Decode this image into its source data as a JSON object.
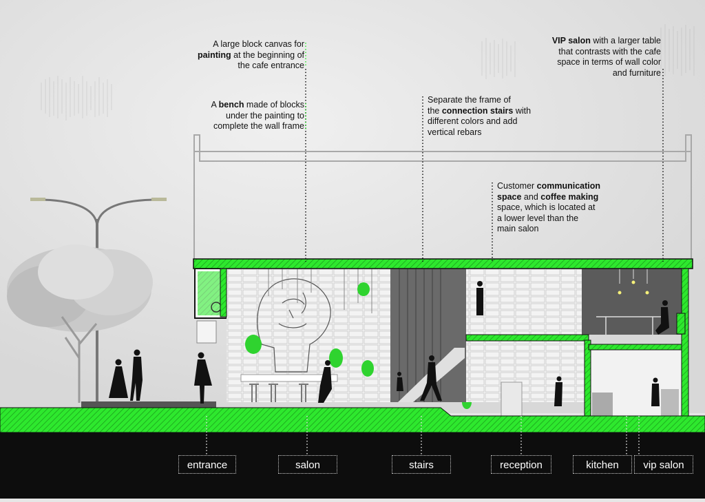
{
  "colors": {
    "accent": "#33dd33",
    "ground": "#0d0d0d",
    "background": "#e6e6e6"
  },
  "notes": {
    "canvas": {
      "p1": "A large block canvas for",
      "b1": "painting",
      "p2": " at the beginning of",
      "p3": "the cafe entrance"
    },
    "bench": {
      "p1": "A ",
      "b1": "bench",
      "p2": " made of blocks",
      "p3": "under the painting to",
      "p4": "complete the wall frame"
    },
    "stairs": {
      "p1": "Separate the frame of",
      "p2": "the ",
      "b1": "connection stairs",
      "p3": " with",
      "p4": "different colors and add",
      "p5": "vertical rebars"
    },
    "communication": {
      "p1": "Customer ",
      "b1": "communication",
      "b2": "space",
      "p2": " and ",
      "b3": "coffee making",
      "p3": "space, which is located at",
      "p4": "a lower level than the",
      "p5": "main salon"
    },
    "vip": {
      "b1": "VIP salon",
      "p1": " with a larger table",
      "p2": "that contrasts with the cafe",
      "p3": "space in terms of wall color",
      "p4": "and furniture"
    }
  },
  "labels": {
    "entrance": "entrance",
    "salon": "salon",
    "stairs": "stairs",
    "reception": "reception",
    "kitchen": "kitchen",
    "vip_salon": "vip salon"
  }
}
